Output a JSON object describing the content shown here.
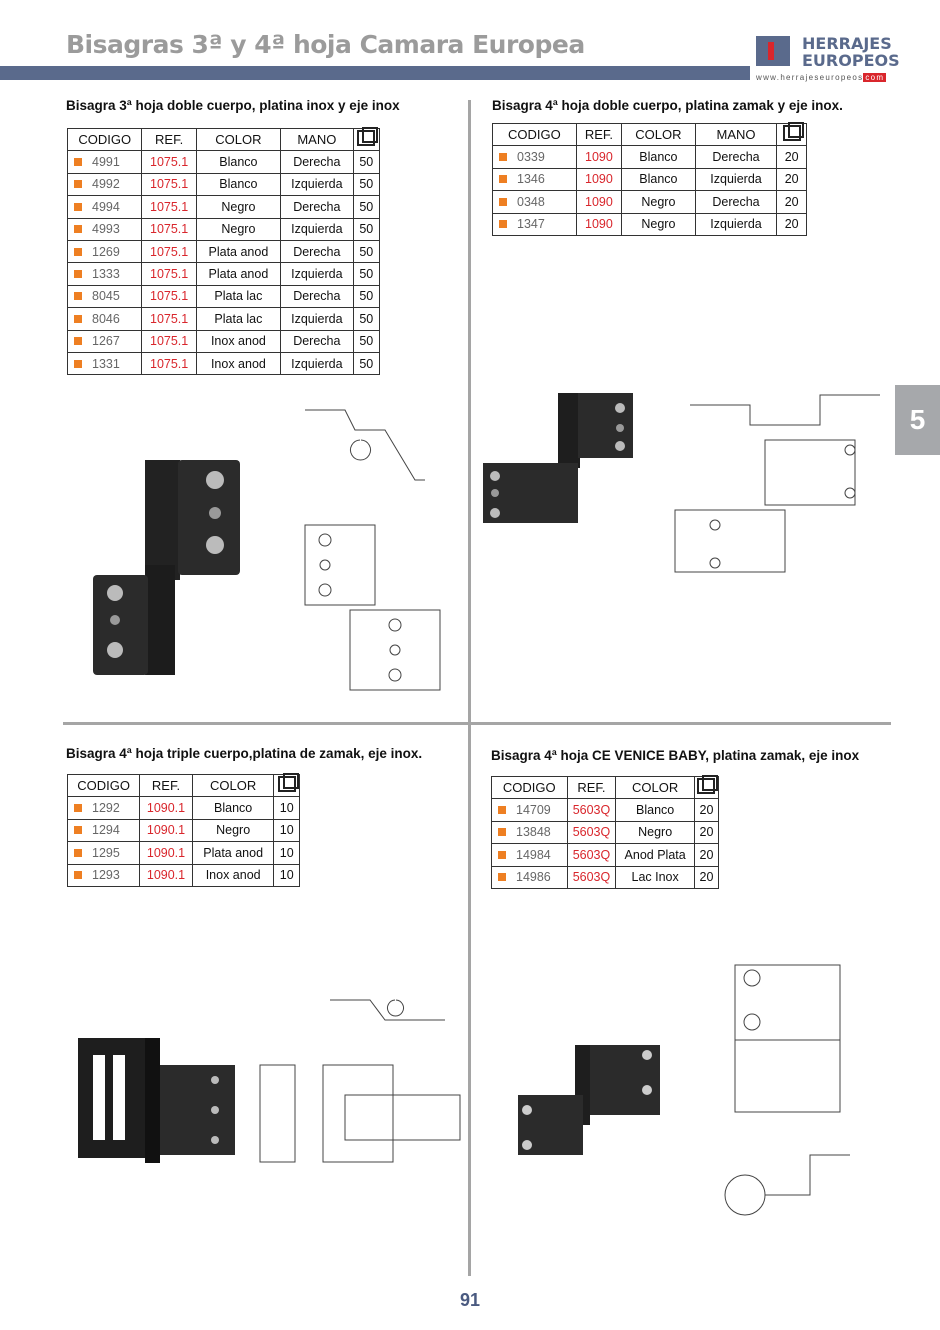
{
  "header": {
    "title": "Bisagras 3ª y 4ª hoja Camara Europea",
    "logo_line1": "HERRAJES",
    "logo_line2": "EUROPEOS",
    "logo_url": "www.herrajeseuropeos",
    "logo_tld": "com"
  },
  "side_tab": "5",
  "page_number": "91",
  "sections": [
    {
      "title": "Bisagra 3ª hoja doble cuerpo, platina inox y eje inox",
      "headers": [
        "CODIGO",
        "REF.",
        "COLOR",
        "MANO"
      ],
      "rows": [
        [
          "4991",
          "1075.1",
          "Blanco",
          "Derecha",
          "50"
        ],
        [
          "4992",
          "1075.1",
          "Blanco",
          "Izquierda",
          "50"
        ],
        [
          "4994",
          "1075.1",
          "Negro",
          "Derecha",
          "50"
        ],
        [
          "4993",
          "1075.1",
          "Negro",
          "Izquierda",
          "50"
        ],
        [
          "1269",
          "1075.1",
          "Plata anod",
          "Derecha",
          "50"
        ],
        [
          "1333",
          "1075.1",
          "Plata anod",
          "Izquierda",
          "50"
        ],
        [
          "8045",
          "1075.1",
          "Plata lac",
          "Derecha",
          "50"
        ],
        [
          "8046",
          "1075.1",
          "Plata lac",
          "Izquierda",
          "50"
        ],
        [
          "1267",
          "1075.1",
          "Inox anod",
          "Derecha",
          "50"
        ],
        [
          "1331",
          "1075.1",
          "Inox anod",
          "Izquierda",
          "50"
        ]
      ]
    },
    {
      "title": "Bisagra 4ª hoja doble cuerpo, platina zamak y eje inox.",
      "headers": [
        "CODIGO",
        "REF.",
        "COLOR",
        "MANO"
      ],
      "rows": [
        [
          "0339",
          "1090",
          "Blanco",
          "Derecha",
          "20"
        ],
        [
          "1346",
          "1090",
          "Blanco",
          "Izquierda",
          "20"
        ],
        [
          "0348",
          "1090",
          "Negro",
          "Derecha",
          "20"
        ],
        [
          "1347",
          "1090",
          "Negro",
          "Izquierda",
          "20"
        ]
      ]
    },
    {
      "title": "Bisagra 4ª hoja triple cuerpo,platina de zamak, eje inox.",
      "headers": [
        "CODIGO",
        "REF.",
        "COLOR"
      ],
      "rows": [
        [
          "1292",
          "1090.1",
          "Blanco",
          "10"
        ],
        [
          "1294",
          "1090.1",
          "Negro",
          "10"
        ],
        [
          "1295",
          "1090.1",
          "Plata anod",
          "10"
        ],
        [
          "1293",
          "1090.1",
          "Inox anod",
          "10"
        ]
      ]
    },
    {
      "title": "Bisagra 4ª hoja CE VENICE BABY, platina zamak, eje inox",
      "headers": [
        "CODIGO",
        "REF.",
        "COLOR"
      ],
      "rows": [
        [
          "14709",
          "5603Q",
          "Blanco",
          "20"
        ],
        [
          "13848",
          "5603Q",
          "Negro",
          "20"
        ],
        [
          "14984",
          "5603Q",
          "Anod Plata",
          "20"
        ],
        [
          "14986",
          "5603Q",
          "Lac Inox",
          "20"
        ]
      ]
    }
  ]
}
